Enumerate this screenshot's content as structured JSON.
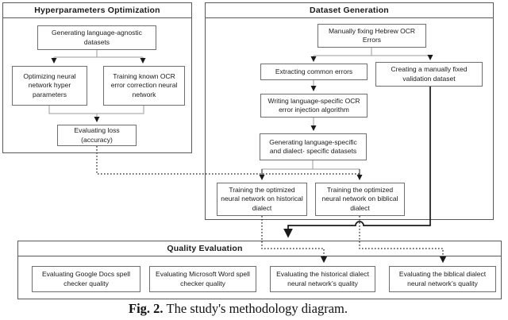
{
  "diagram": {
    "sections": {
      "hyperparameters": {
        "title": "Hyperparameters Optimization",
        "nodes": {
          "gen_agnostic": "Generating language-agnostic datasets",
          "optimizing": "Optimizing neural network hyper parameters",
          "training_known": "Training known OCR error correction neural network",
          "eval_loss": "Evaluating loss (accuracy)"
        }
      },
      "dataset": {
        "title": "Dataset Generation",
        "nodes": {
          "manual_fix": "Manually fixing Hebrew OCR Errors",
          "extracting": "Extracting common errors",
          "creating_validation": "Creating a manually fixed validation dataset",
          "writing": "Writing language-specific OCR error injection algorithm",
          "gen_specific": "Generating  language-specific and dialect- specific datasets",
          "train_historical": "Training the optimized neural network on historical dialect",
          "train_biblical": "Training the optimized neural network on biblical dialect"
        }
      },
      "quality": {
        "title": "Quality Evaluation",
        "nodes": {
          "eval_google": "Evaluating Google Docs spell checker quality",
          "eval_word": "Evaluating Microsoft Word spell checker quality",
          "eval_historical": "Evaluating the historical dialect neural network’s quality",
          "eval_biblical": "Evaluating the biblical dialect neural network’s quality"
        }
      }
    },
    "caption": {
      "label": "Fig. 2.",
      "text": "The study's methodology diagram."
    },
    "colors": {
      "text": "#1a1a1a",
      "frame_border": "#595959",
      "node_border": "#6e6e6e",
      "connector_gray": "#9b9b9b",
      "connector_black": "#1a1a1a"
    }
  }
}
